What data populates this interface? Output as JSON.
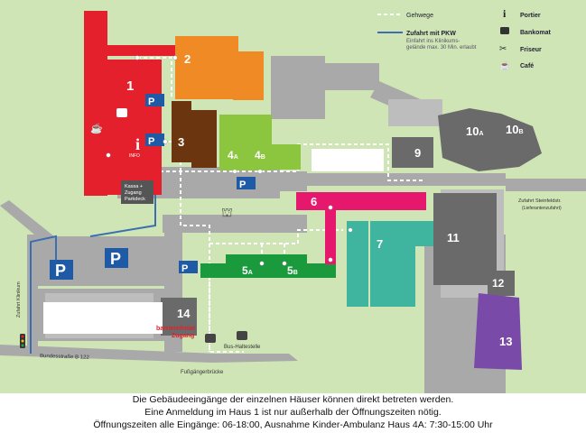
{
  "legend": {
    "walkways": "Gehwege",
    "car_access_title": "Zufahrt mit PKW",
    "car_access_note_1": "Einfahrt ins Klinikums-",
    "car_access_note_2": "gelände max. 30 Min. erlaubt",
    "porter": "Portier",
    "atm": "Bankomat",
    "hairdresser": "Friseur",
    "cafe": "Café",
    "colors": {
      "walkway": "#ffffff",
      "car_access": "#3b6fb0"
    }
  },
  "buildings": {
    "b1": "1",
    "b2": "2",
    "b3": "3",
    "b4a_num": "4",
    "b4a_sub": "A",
    "b4b_num": "4",
    "b4b_sub": "B",
    "b5a_num": "5",
    "b5a_sub": "A",
    "b5b_num": "5",
    "b5b_sub": "B",
    "b6": "6",
    "b7": "7",
    "b9": "9",
    "b10a_num": "10",
    "b10a_sub": "A",
    "b10b_num": "10",
    "b10b_sub": "B",
    "b11": "11",
    "b12": "12",
    "b13": "13",
    "b14": "14"
  },
  "building_colors": {
    "house_1": "#e3202c",
    "house_2": "#ef8a24",
    "house_3": "#6b3510",
    "house_4": "#8cc63f",
    "house_5": "#1a9a3c",
    "house_6": "#e6186e",
    "house_7": "#3fb5a0",
    "house_13": "#7a4aa8",
    "service": "#6a6a6a",
    "other": "#9c9c9c",
    "background": "#cfe5b5"
  },
  "labels": {
    "info": "INFO",
    "parking": "P",
    "kasse_1": "Kassa +",
    "kasse_2": "Zugang",
    "kasse_3": "Parkdeck",
    "barrier_free_1": "barrierefreier",
    "barrier_free_2": "Zugang",
    "bus_stop": "Bus-Haltestelle",
    "footbridge": "Fußgängerbrücke",
    "road_b122": "Bundesstraße B 122",
    "zufahrt_klinikum": "Zufahrt Klinikum",
    "zufahrt_steinfeld": "Zufahrt Steinfeldstr.",
    "lieferanten": "(Lieferantenzufahrt)"
  },
  "footer": {
    "line1": "Die Gebäudeeingänge der einzelnen Häuser können direkt betreten werden.",
    "line2": "Eine Anmeldung im Haus 1 ist nur außerhalb der Öffnungszeiten nötig.",
    "line3": "Öffnungszeiten alle Eingänge: 06-18:00, Ausnahme Kinder-Ambulanz Haus 4A: 7:30-15:00 Uhr"
  }
}
